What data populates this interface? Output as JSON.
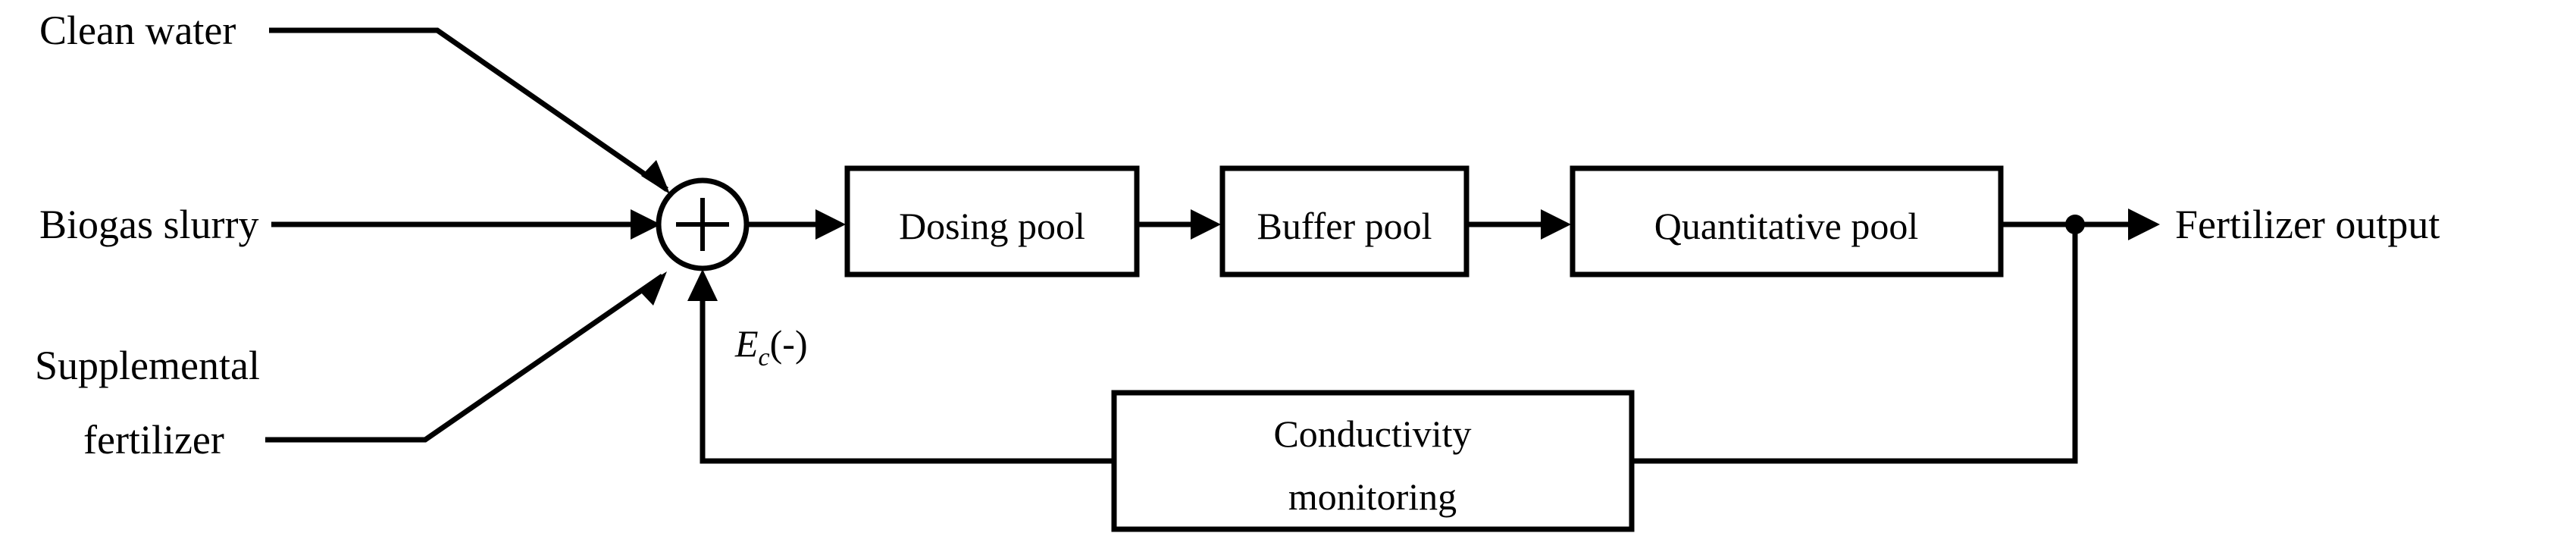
{
  "diagram": {
    "type": "block-diagram",
    "title": "",
    "background_color": "#ffffff",
    "line_color": "#000000",
    "inputs": [
      {
        "id": "clean-water",
        "label": "Clean water"
      },
      {
        "id": "biogas-slurry",
        "label": "Biogas slurry"
      },
      {
        "id": "supplemental-fertilizer",
        "label_line1": "Supplemental",
        "label_line2": "fertilizer"
      }
    ],
    "summing_junction": {
      "id": "summing-junction",
      "sign": "+",
      "feedback_label_base": "E",
      "feedback_label_subscript": "c",
      "feedback_label_sign": "(-)"
    },
    "blocks": [
      {
        "id": "dosing-pool",
        "label": "Dosing pool"
      },
      {
        "id": "buffer-pool",
        "label": "Buffer pool"
      },
      {
        "id": "quantitative-pool",
        "label": "Quantitative pool"
      }
    ],
    "feedback_block": {
      "id": "conductivity-monitoring",
      "label_line1": "Conductivity",
      "label_line2": "monitoring"
    },
    "output": {
      "id": "fertilizer-output",
      "label": "Fertilizer output"
    }
  }
}
